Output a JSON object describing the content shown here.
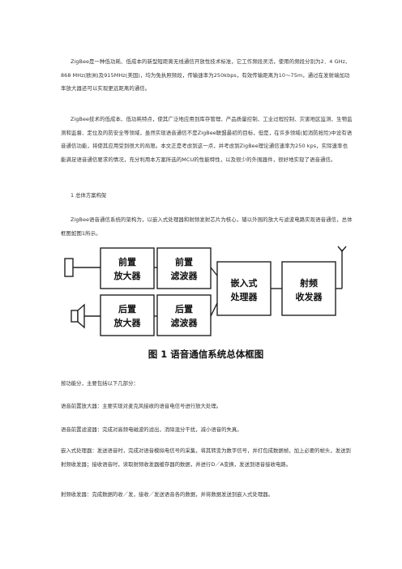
{
  "paragraphs": {
    "p1": "ZigBee是一种低功耗、低成本的新型短距离无线通信开放性技术标准，它工作频段灵活，使用的频段分别为2．4 GHz、868 MHz(欧洲)及915MHz(美国)，均为免执照频段，传输速率为250kbps，有效传输距离为10～75m，通过在发射端加功率放大器还可以实现更远距离的通信。",
    "p2": "ZigBee技术的低成本、低功耗特点，使其广泛地应用到库存管理、产品质量控制、工业过程控制、灾害地区监测、生物监测和监督、定位及的防安全等领域，虽然实现语音通信不是ZigBee联盟最初的目标，但是，在许多领域(如消防抢险)中设有语音通信功能，将使其应用受到很大的局限。本文正是考虑到这一点，并考虑到ZigBee理论通信速率为250 kps，实际速率也能满足语音通信要求的情况，充分利用本方案所选的MCU的性能特性，以及很少的外围器件，很好地实现了语音通信。",
    "heading1": "1  总体方案构架",
    "p3": "ZigBee语音通信系统的架构为，以嵌入式处理器和射频发射芯片为核心，辅以外围的放大与滤波电路实现语音通信，总体框图如图1所示。",
    "p4": "按功能分，主要包括以下几部分：",
    "p5": "语音前置放大器：主要实现对麦克风接收的语音电信号进行放大处理。",
    "p6": "语音前置滤波器：完成对高频电磁波的滤出，消除混分干扰，减小语音的失真。",
    "p7": "嵌入式处理器：发送语音时，完成对语音模拟电信号的采集，将其转变为数字信号，并打包成数据帧，加上必要的帧头，发送到射频收发器；接收语音时，读取射频收发器缓存器的数据，并进行D／A变换，发送到语音接收电路。",
    "p8": "射频收发器：完成数据的收／发，接收／发送语音各的数据，并将数据发送到嵌入式处理器。"
  },
  "figure": {
    "block_pre_amp": [
      "前置",
      "放大器"
    ],
    "block_pre_filter": [
      "前置",
      "滤波器"
    ],
    "block_post_amp": [
      "后置",
      "放大器"
    ],
    "block_post_filter": [
      "后置",
      "滤波器"
    ],
    "block_processor": [
      "嵌入式",
      "处理器"
    ],
    "block_rf": [
      "射频",
      "收发器"
    ],
    "caption": "图 1    语音通信系统总体框图",
    "colors": {
      "line": "#222222",
      "text": "#111111"
    }
  }
}
